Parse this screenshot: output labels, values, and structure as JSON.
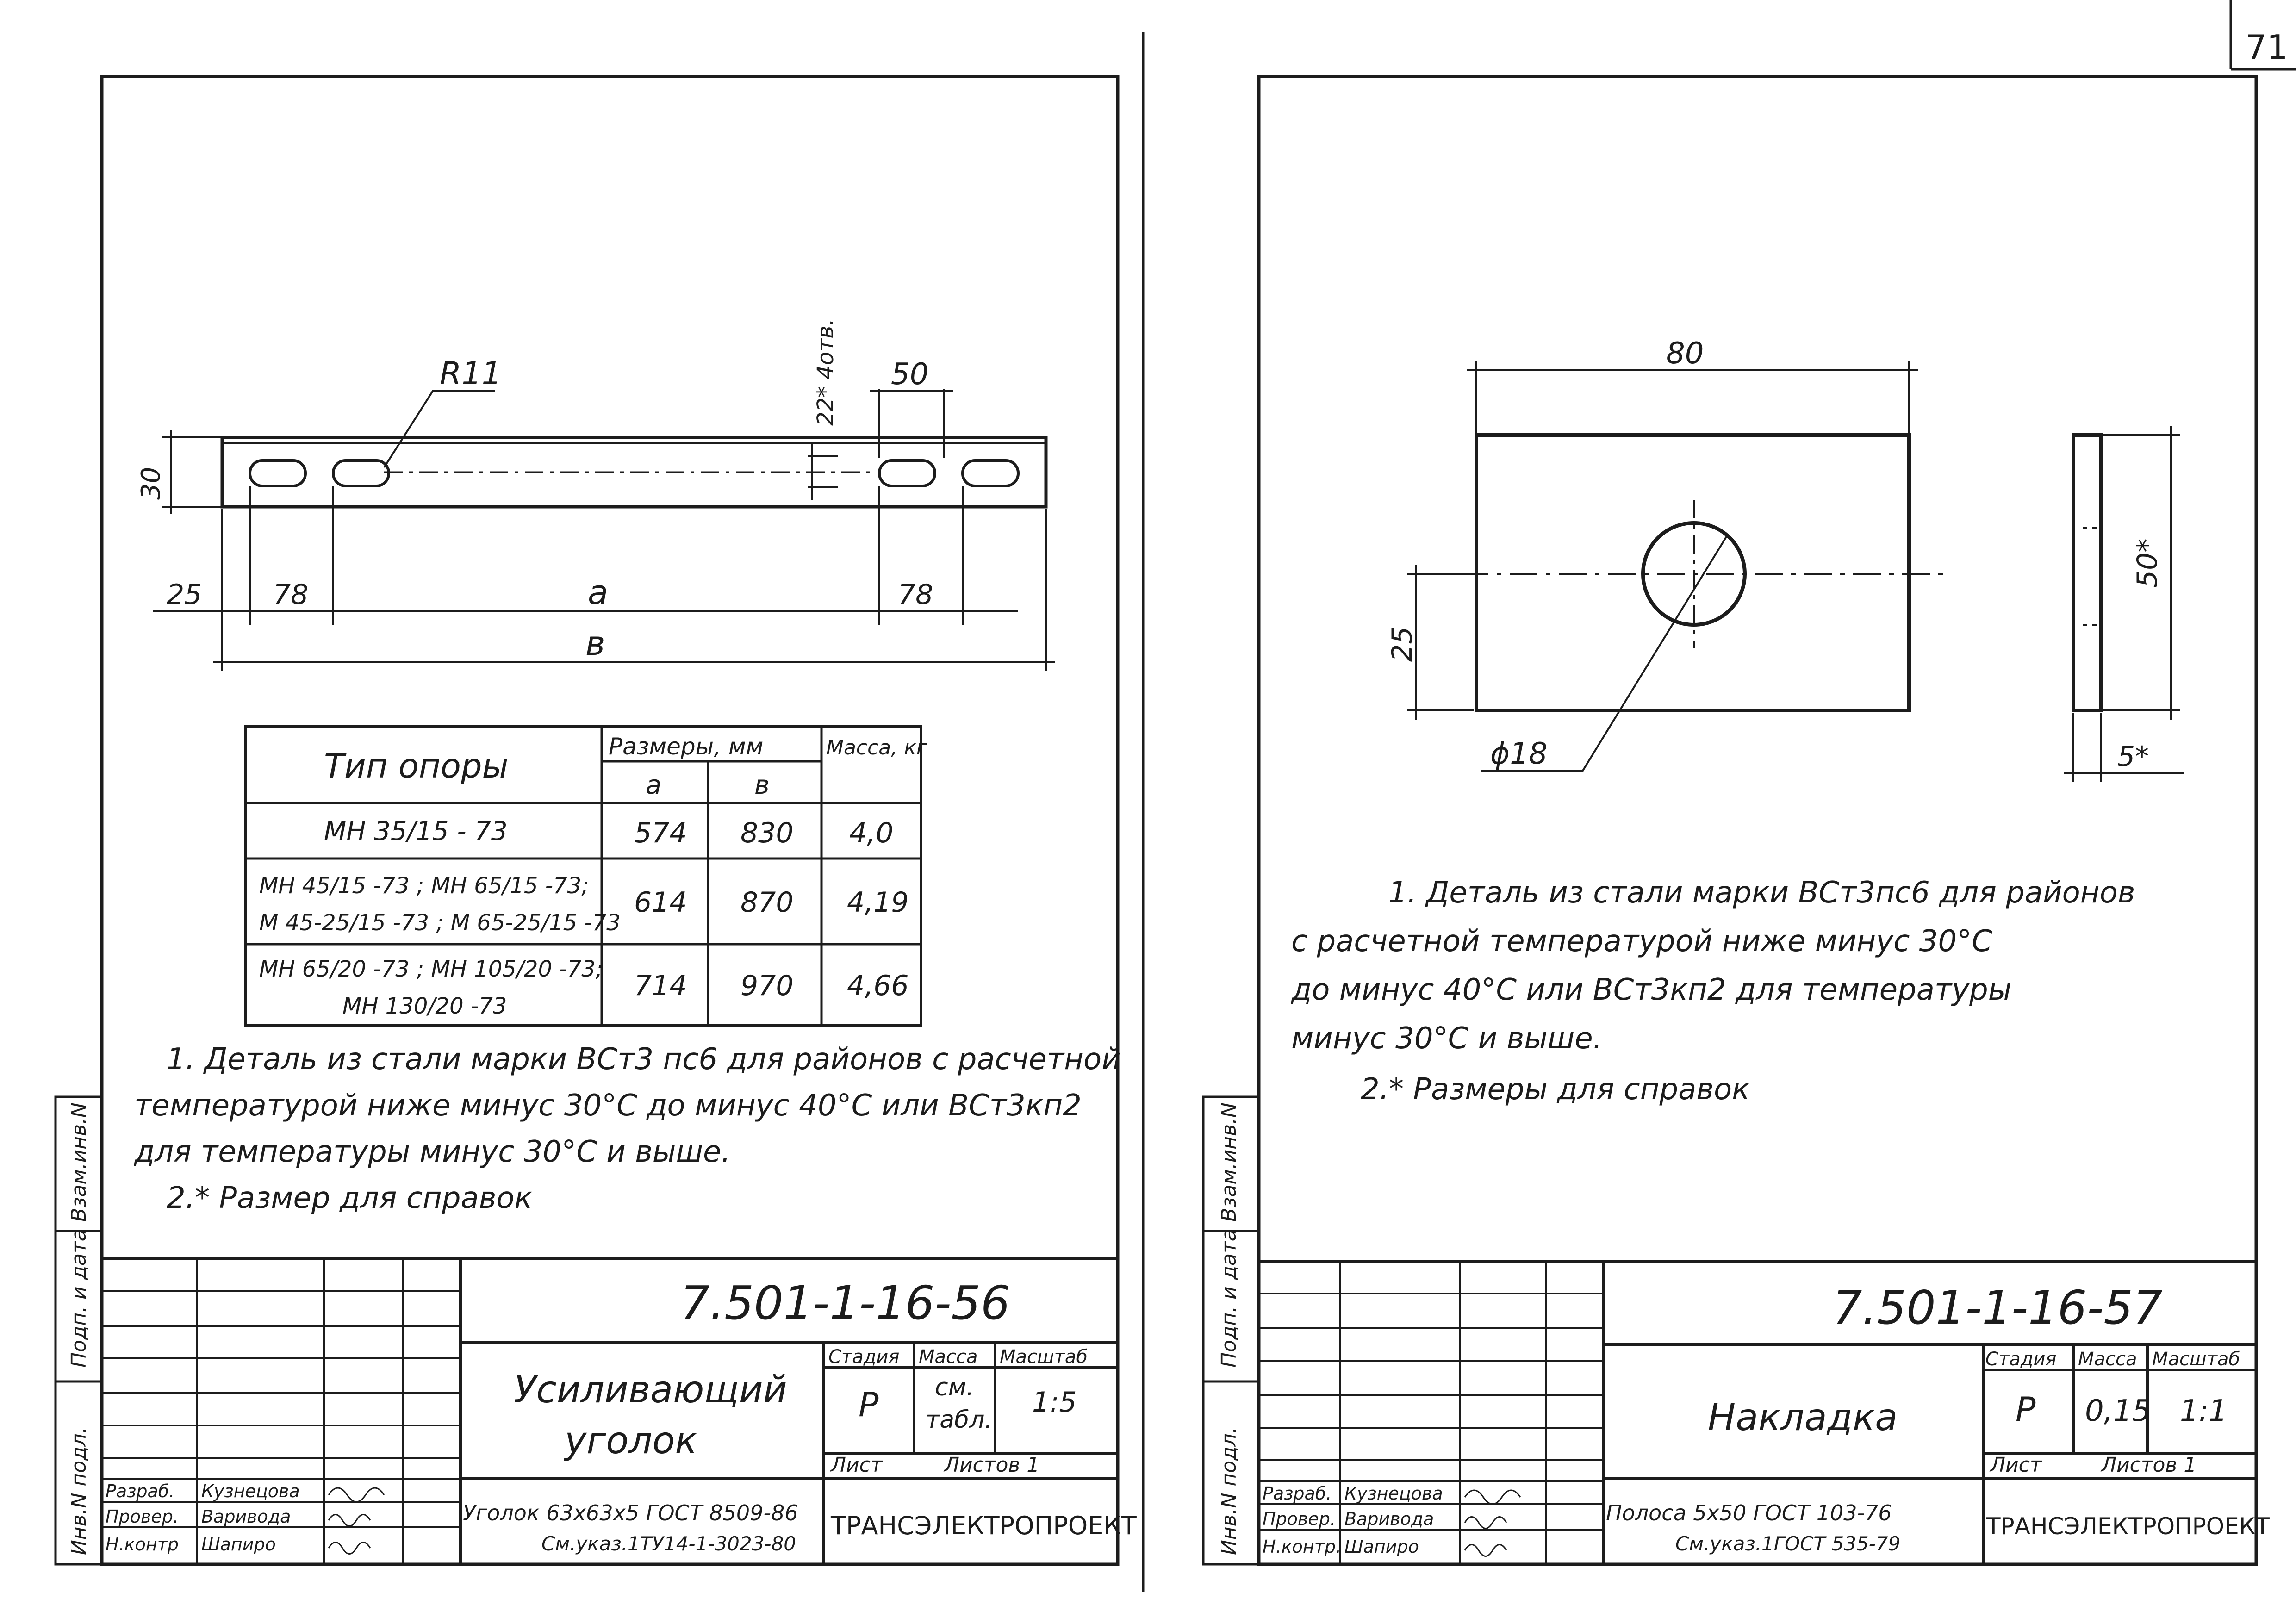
{
  "page_number": "71",
  "sheet_left": {
    "drawing": {
      "radius_label": "R11",
      "dim_50": "50",
      "dim_22_4holes": "22* 4отв.",
      "dim_30": "30",
      "dim_25": "25",
      "dim_78_left": "78",
      "dim_a": "a",
      "dim_78_right": "78",
      "dim_b": "в"
    },
    "table": {
      "headers": {
        "type": "Тип опоры",
        "dims": "Размеры, мм",
        "mass": "Масса, кг",
        "col_a": "a",
        "col_b": "в"
      },
      "rows": [
        {
          "type_lines": [
            "МН 35/15 - 73"
          ],
          "a": "574",
          "b": "830",
          "mass": "4,0"
        },
        {
          "type_lines": [
            "МН 45/15 -73 ; МН 65/15 -73;",
            "М 45-25/15 -73 ; М 65-25/15 -73"
          ],
          "a": "614",
          "b": "870",
          "mass": "4,19"
        },
        {
          "type_lines": [
            "МН 65/20 -73 ; МН 105/20 -73;",
            "МН 130/20 -73"
          ],
          "a": "714",
          "b": "970",
          "mass": "4,66"
        }
      ]
    },
    "notes": [
      "1. Деталь из стали марки ВСт3 пс6 для районов с расчетной",
      "температурой ниже минус 30°С до минус 40°С или ВСт3кп2",
      "для температуры минус 30°С и выше.",
      "2.* Размер для справок"
    ],
    "side_stamp": {
      "zone1": "Взам.инв.N",
      "zone2": "Подп. и дата",
      "zone3": "Инв.N подл."
    },
    "title_block": {
      "doc_number": "7.501-1-16-56",
      "name_line1": "Усиливающий",
      "name_line2": "уголок",
      "stage_label": "Стадия",
      "mass_label": "Масса",
      "scale_label": "Масштаб",
      "stage_value": "Р",
      "mass_value_line1": "см.",
      "mass_value_line2": "табл.",
      "scale_value": "1:5",
      "sheet_label": "Лист",
      "sheets_label": "Листов 1",
      "material_line1": "Уголок 63х63х5 ГОСТ 8509-86",
      "material_line2": "См.указ.1ТУ14-1-3023-80",
      "org": "ТРАНСЭЛЕКТРОПРОЕКТ",
      "roles": [
        {
          "role": "Разраб.",
          "name": "Кузнецова"
        },
        {
          "role": "Провер.",
          "name": "Варивода"
        },
        {
          "role": "Н.контр",
          "name": "Шапиро"
        }
      ]
    }
  },
  "sheet_right": {
    "drawing": {
      "dim_80": "80",
      "dim_25": "25",
      "dim_18": "ϕ18",
      "dim_50": "50*",
      "dim_5": "5*"
    },
    "notes": [
      "1. Деталь из стали марки ВСт3пс6 для районов",
      "с расчетной температурой ниже минус 30°С",
      "до минус 40°С или ВСт3кп2 для температуры",
      "минус 30°С и выше.",
      "2.* Размеры для справок"
    ],
    "side_stamp": {
      "zone1": "Взам.инв.N",
      "zone2": "Подп. и дата",
      "zone3": "Инв.N подл."
    },
    "title_block": {
      "doc_number": "7.501-1-16-57",
      "name": "Накладка",
      "stage_label": "Стадия",
      "mass_label": "Масса",
      "scale_label": "Масштаб",
      "stage_value": "Р",
      "mass_value": "0,15",
      "scale_value": "1:1",
      "sheet_label": "Лист",
      "sheets_label": "Листов 1",
      "material_line1": "Полоса 5х50 ГОСТ 103-76",
      "material_line2": "См.указ.1ГОСТ 535-79",
      "org": "ТРАНСЭЛЕКТРОПРОЕКТ",
      "roles": [
        {
          "role": "Разраб.",
          "name": "Кузнецова"
        },
        {
          "role": "Провер.",
          "name": "Варивода"
        },
        {
          "role": "Н.контр.",
          "name": "Шапиро"
        }
      ]
    }
  }
}
